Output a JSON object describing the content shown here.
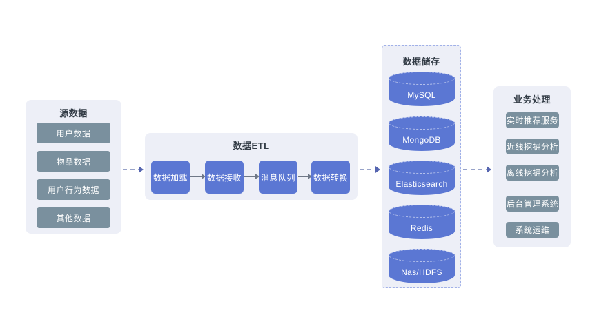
{
  "source_panel": {
    "title": "源数据",
    "items": [
      "用户数据",
      "物品数据",
      "用户行为数据",
      "其他数据"
    ]
  },
  "etl_panel": {
    "title": "数据ETL",
    "items": [
      "数据加载",
      "数据接收",
      "消息队列",
      "数据转换"
    ]
  },
  "storage_panel": {
    "title": "数据储存",
    "items": [
      "MySQL",
      "MongoDB",
      "Elasticsearch",
      "Redis",
      "Nas/HDFS"
    ]
  },
  "business_panel": {
    "title": "业务处理",
    "items": [
      "实时推荐服务",
      "近线挖掘分析",
      "离线挖掘分析",
      "后台管理系统",
      "系统运维"
    ]
  },
  "colors": {
    "panel_background": "#edeff7",
    "slate_box": "#7a909e",
    "blue_box": "#5b77d3",
    "storage_dashed_border": "#a0b0e8",
    "title_text": "#333c46",
    "dashed_connector": "#98a3c9",
    "solid_connector": "#6f7887"
  }
}
